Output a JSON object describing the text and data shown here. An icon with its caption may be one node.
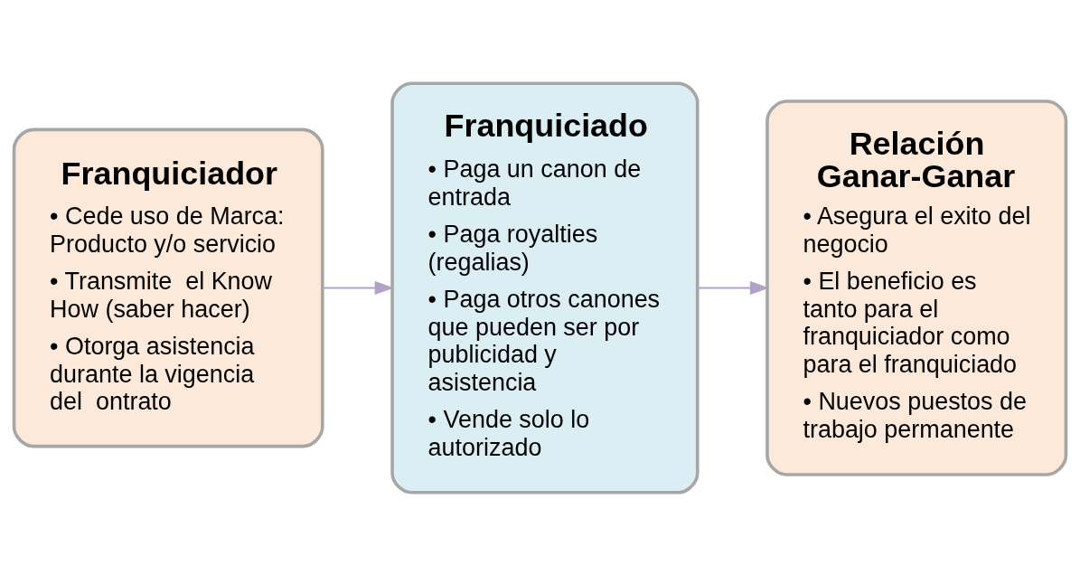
{
  "diagram": {
    "nodes": [
      {
        "text": [
          "Franquiciador",
          "• Cede uso de Marca: Producto y/o servicio",
          "• Transmite  el Know How (saber hacer)",
          "• Otorga asistencia durante la vigencia del  ontrato"
        ]
      },
      {
        "text": [
          "Franquiciado",
          "• Paga un canon de entrada",
          "• Paga royalties (regalias)",
          "• Paga otros canones que pueden ser por publicidad y asistencia",
          "• Vende solo lo autorizado"
        ]
      },
      {
        "text": [
          "Relación Ganar-Ganar",
          "• Asegura el exito del negocio",
          "• El beneficio es tanto para el franquiciador como para el franquiciado",
          "• Nuevos puestos de trabajo permanente"
        ]
      }
    ],
    "edges": [
      {
        "from": 0,
        "to": 1,
        "arrow": "to"
      },
      {
        "from": 1,
        "to": 2,
        "arrow": "to"
      }
    ]
  }
}
